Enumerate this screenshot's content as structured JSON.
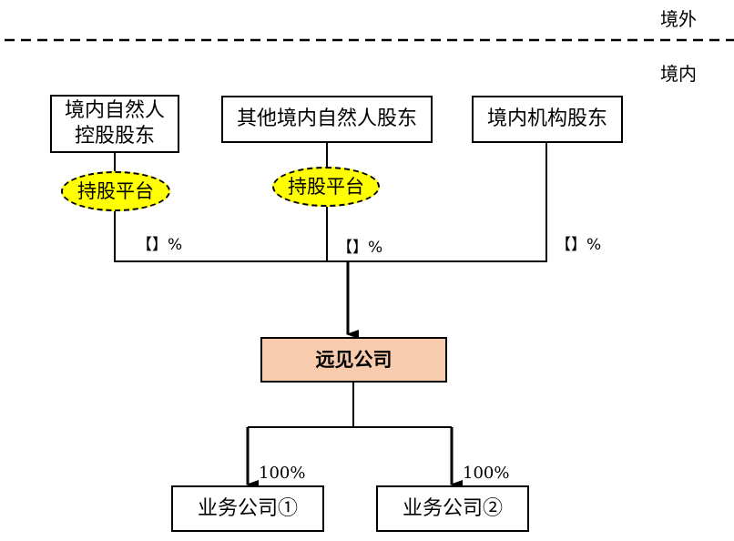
{
  "regions": {
    "overseas": "境外",
    "domestic": "境内"
  },
  "shareholders": [
    {
      "label": "境内自然人控股股东"
    },
    {
      "label": "其他境内自然人股东"
    },
    {
      "label": "境内机构股东"
    }
  ],
  "platforms": [
    {
      "label": "持股平台"
    },
    {
      "label": "持股平台"
    }
  ],
  "ownership": {
    "shareholder_pct_1": "【】%",
    "shareholder_pct_2": "【】%",
    "shareholder_pct_3": "【】%"
  },
  "company": {
    "name": "远见公司"
  },
  "subsidiaries": [
    {
      "name": "业务公司①",
      "pct": "100%"
    },
    {
      "name": "业务公司②",
      "pct": "100%"
    }
  ],
  "colors": {
    "company_fill": "#f8cbad",
    "platform_fill": "#ffff00",
    "line": "#000000"
  }
}
